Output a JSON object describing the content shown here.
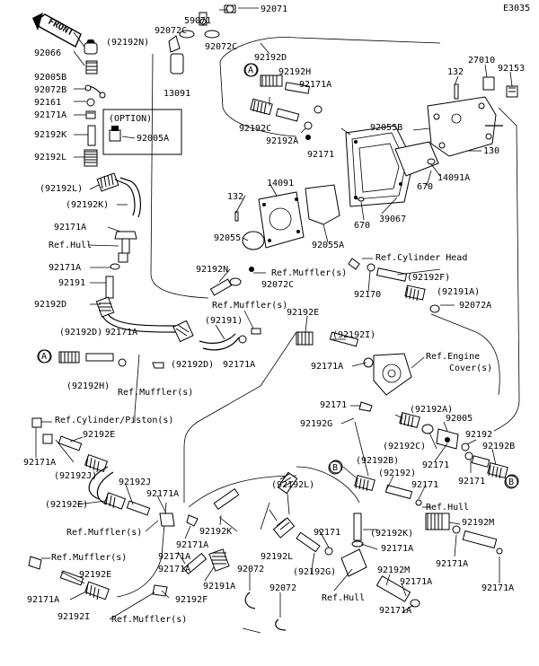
{
  "code": "E3035",
  "front": "FRONT",
  "option": "(OPTION)",
  "labels": {
    "p59071": "59071",
    "p92071": "92071",
    "p92072c_a": "92072C",
    "p92192n_a": "(92192N)",
    "p92072c_b": "92072C",
    "p92066": "92066",
    "p92005b": "92005B",
    "p92072b": "92072B",
    "p92161": "92161",
    "p92171a_1": "92171A",
    "p92192k_1": "92192K",
    "p92005a": "92005A",
    "p92192l_1": "92192L",
    "p13091": "13091",
    "p92192l_paren": "(92192L)",
    "p92192k_paren": "(92192K)",
    "p92171a_2": "92171A",
    "ref_hull_1": "Ref.Hull",
    "p92171a_3": "92171A",
    "p92191": "92191",
    "p92192d_1": "92192D",
    "circle_a1": "A",
    "p92192d_2": "92192D",
    "p92192h_1": "92192H",
    "p92171a_4": "92171A",
    "p92192c_1": "92192C",
    "p92192a_1": "92192A",
    "p92171_1": "92171",
    "p92055b_1": "92055B",
    "p27010": "27010",
    "p132_1": "132",
    "p92153": "92153",
    "p130": "130",
    "p14091a": "14091A",
    "p670_1": "670",
    "p670_2": "670",
    "p39067": "39067",
    "p132_2": "132",
    "p14091": "14091",
    "p92055": "92055",
    "p92055a": "92055A",
    "ref_cyl_head": "Ref.Cylinder Head",
    "p92192f_paren": "(92192F)",
    "p92170": "92170",
    "p92191a_paren": "(92191A)",
    "p92072a_1": "92072A",
    "p92192n_b": "92192N",
    "ref_muffler_1": "Ref.Muffler(s)",
    "p92072c_c": "92072C",
    "ref_muffler_2": "Ref.Muffler(s)",
    "p92191_paren": "(92191)",
    "p92192e_1": "92192E",
    "p92192i_paren": "(92192I)",
    "circle_a2": "A",
    "p92192d_3": "(92192D)",
    "p92171a_5": "92171A",
    "p92192d_paren": "(92192D)",
    "p92171a_6": "92171A",
    "p92192h_paren": "(92192H)",
    "ref_muffler_3": "Ref.Muffler(s)",
    "ref_engine_cover": "Ref.Engine",
    "ref_engine_cover2": "Cover(s)",
    "p92171a_7": "92171A",
    "p92171_2": "92171",
    "p92192g_1": "92192G",
    "ref_cyl_piston": "Ref.Cylinder/Piston(s)",
    "p92192e_2": "92192E",
    "p92171a_8": "92171A",
    "p92192j_paren": "(92192J)",
    "p92192e_paren": "(92192E)",
    "p92192j": "92192J",
    "p92171a_9": "92171A",
    "p92192a_paren": "(92192A)",
    "p92005": "92005",
    "p92192c_paren": "(92192C)",
    "p92192": "92192",
    "p92192b_1": "92192B",
    "p92171_3": "92171",
    "p92171_4": "92171",
    "circle_b1": "B",
    "circle_b2": "B",
    "p92192b_paren": "(92192B)",
    "p92192_paren": "(92192)",
    "p92171_5": "92171",
    "ref_hull_2": "Ref.Hull",
    "p92192l_paren2": "(92192L)",
    "p92192m_1": "92192M",
    "ref_muffler_4": "Ref.Muffler(s)",
    "p92171a_10": "92171A",
    "p92192k_2": "92192K",
    "p92171_6": "92171",
    "p92192k_paren2": "(92192K)",
    "p92171a_11": "92171A",
    "p92171a_12": "92171A",
    "p92192l_2": "92192L",
    "ref_muffler_5": "Ref.Muffler(s)",
    "p92171a_13": "92171A",
    "p92072_1": "92072",
    "p92192m_2": "92192M",
    "p92171a_14": "92171A",
    "p92192e_3": "92192E",
    "p92192g_paren": "(92192G)",
    "p92171a_15": "92171A",
    "p92191a": "92191A",
    "p92192f": "92192F",
    "p92072_2": "92072",
    "ref_hull_3": "Ref.Hull",
    "p92171a_16": "92171A",
    "p92171a_17": "92171A",
    "p92192i": "92192I",
    "ref_muffler_6": "Ref.Muffler(s)"
  }
}
